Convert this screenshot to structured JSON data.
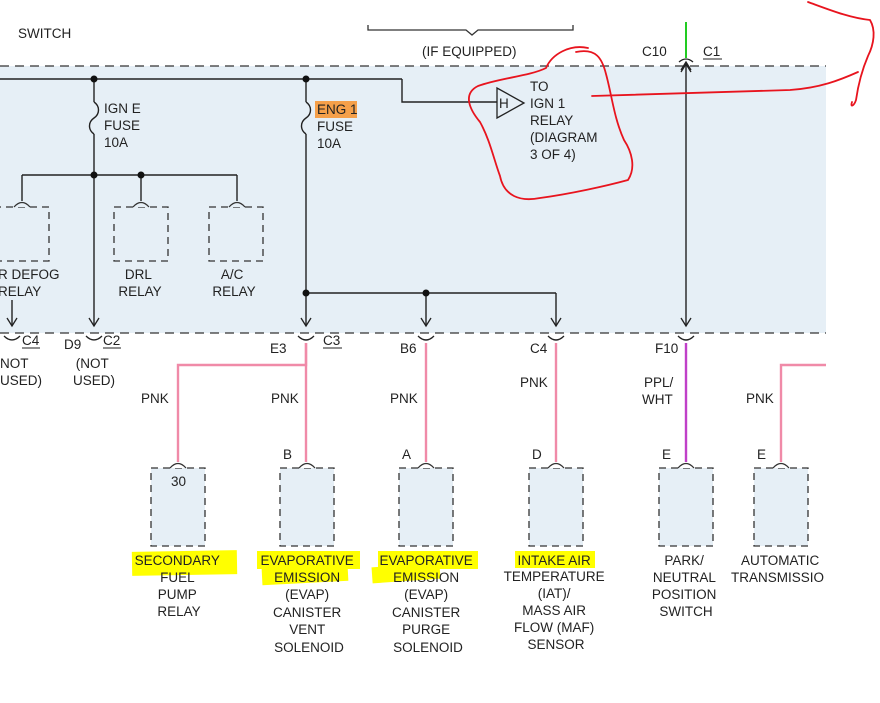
{
  "header": {
    "switch_label": "SWITCH",
    "if_equipped": "(IF EQUIPPED)",
    "c10": "C10",
    "c1": "C1"
  },
  "fuses": {
    "ign_e": [
      "IGN E",
      "FUSE",
      "10A"
    ],
    "eng1_name": "ENG 1",
    "eng1_rest": [
      "FUSE",
      "10A"
    ]
  },
  "relay_ref": {
    "terminal": "H",
    "lines": [
      "TO",
      "IGN 1",
      "RELAY",
      "(DIAGRAM",
      "3 OF 4)"
    ]
  },
  "relays": {
    "rear_defog": [
      "R DEFOG",
      "RELAY"
    ],
    "drl": [
      "DRL",
      "RELAY"
    ],
    "ac": [
      "A/C",
      "RELAY"
    ]
  },
  "connectors": {
    "c4_left": "C4",
    "d9": "D9",
    "c2": "C2",
    "e3": "E3",
    "c3": "C3",
    "b6": "B6",
    "c4": "C4",
    "f10": "F10"
  },
  "not_used": {
    "left": [
      "NOT",
      "USED)"
    ],
    "d9": [
      "(NOT",
      "USED)"
    ]
  },
  "wires": {
    "w1": "PNK",
    "w2": "PNK",
    "w3": "PNK",
    "w4": "PNK",
    "w5": [
      "PPL/",
      "WHT"
    ],
    "w6": "PNK"
  },
  "component_pins": {
    "secondary": "30",
    "evap_vent": "B",
    "evap_purge": "A",
    "iat": "D",
    "park": "E",
    "trans": "E"
  },
  "components": {
    "secondary": [
      "SECONDARY",
      "FUEL",
      "PUMP",
      "RELAY"
    ],
    "evap_vent": [
      "EVAPORATIVE",
      "EMISSION",
      "(EVAP)",
      "CANISTER",
      "VENT",
      "SOLENOID"
    ],
    "evap_purge": [
      "EVAPORATIVE",
      "EMISSION",
      "(EVAP)",
      "CANISTER",
      "PURGE",
      "SOLENOID"
    ],
    "iat": [
      "INTAKE AIR",
      "TEMPERATURE",
      "(IAT)/",
      "MASS AIR",
      "FLOW (MAF)",
      "SENSOR"
    ],
    "park": [
      "PARK/",
      "NEUTRAL",
      "POSITION",
      "SWITCH"
    ],
    "trans": [
      "AUTOMATIC",
      "TRANSMISSIO"
    ]
  },
  "colors": {
    "panel": "#e6eff6",
    "wire_pnk": "#f08aa8",
    "wire_ppl": "#c040c8",
    "green_wire": "#22cc22",
    "highlight_yellow": "#ffff00",
    "highlight_orange": "#f5a04a",
    "annotation_red": "#e8141e"
  }
}
